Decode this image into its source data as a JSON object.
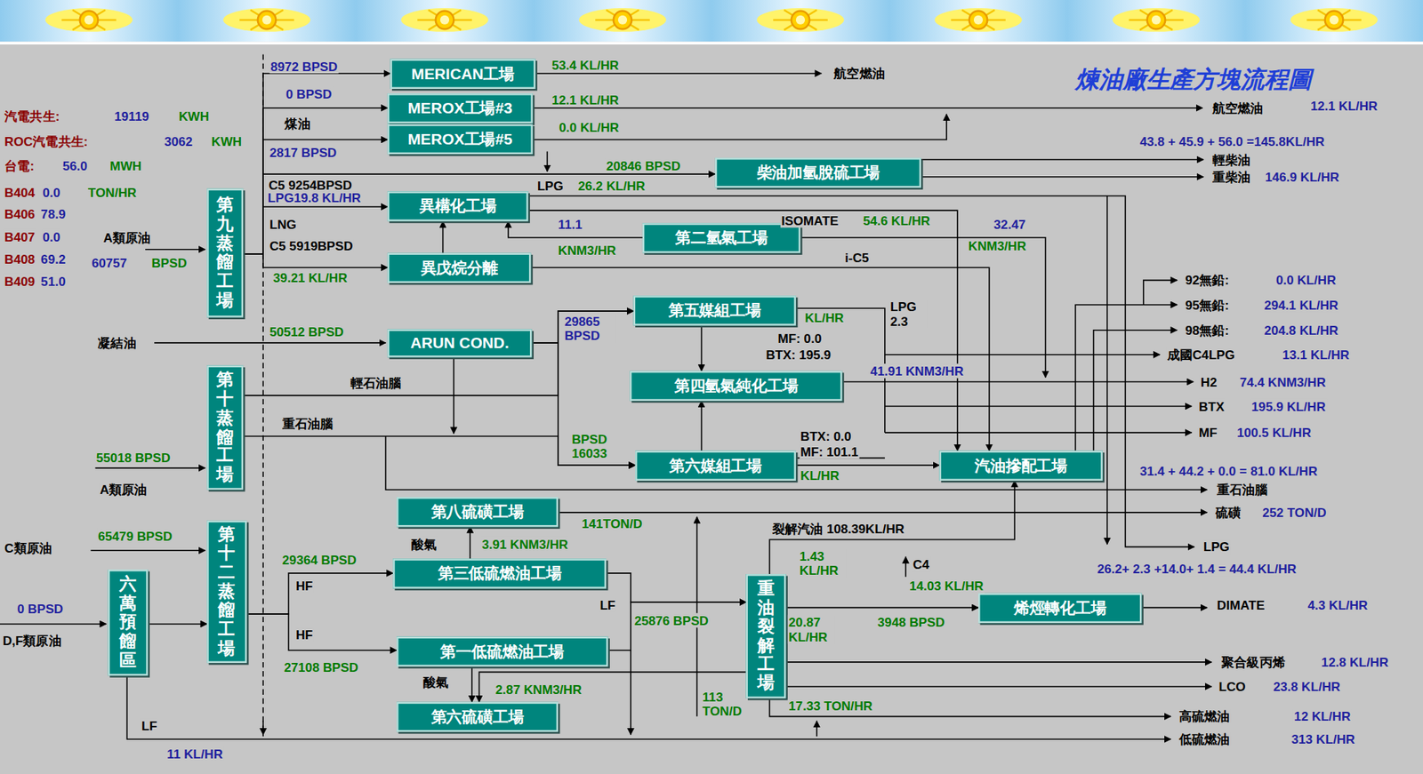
{
  "diagram": {
    "title": "煉油廠生產方塊流程圖",
    "nodes": [
      {
        "text": [
          "MERICAN工場"
        ]
      },
      {
        "text": [
          "MEROX工場#3"
        ]
      },
      {
        "text": [
          "MEROX工場#5"
        ]
      },
      {
        "text": [
          "柴油加氫脫硫工場"
        ]
      },
      {
        "text": [
          "第九蒸餾工場"
        ]
      },
      {
        "text": [
          "異構化工場"
        ]
      },
      {
        "text": [
          "第二氫氣工場"
        ]
      },
      {
        "text": [
          "異戊烷分離"
        ]
      },
      {
        "text": [
          "第五媒組工場"
        ]
      },
      {
        "text": [
          "ARUN COND."
        ]
      },
      {
        "text": [
          "第十蒸餾工場"
        ]
      },
      {
        "text": [
          "第四氫氣純化工場"
        ]
      },
      {
        "text": [
          "第六媒組工場"
        ]
      },
      {
        "text": [
          "汽油摻配工場"
        ]
      },
      {
        "text": [
          "第八硫磺工場"
        ]
      },
      {
        "text": [
          "第十二蒸餾工場"
        ]
      },
      {
        "text": [
          "六萬預餾區"
        ]
      },
      {
        "text": [
          "第三低硫燃油工場"
        ]
      },
      {
        "text": [
          "重油裂解工場"
        ]
      },
      {
        "text": [
          "烯烴轉化工場"
        ]
      },
      {
        "text": [
          "第一低硫燃油工場"
        ]
      },
      {
        "text": [
          "第六硫磺工場"
        ]
      }
    ],
    "edges": [
      {
        "from": 4,
        "to": 0,
        "arrow": "to"
      },
      {
        "from": 4,
        "to": 1,
        "arrow": "to"
      },
      {
        "from": 4,
        "to": 2,
        "arrow": "to"
      },
      {
        "from": 4,
        "to": 3,
        "arrow": "to"
      },
      {
        "from": 4,
        "to": 5,
        "arrow": "to"
      },
      {
        "from": 4,
        "to": 7,
        "arrow": "to"
      },
      {
        "from": 7,
        "to": 5,
        "arrow": "to"
      },
      {
        "from": 6,
        "to": 5,
        "arrow": "to"
      },
      {
        "from": 9,
        "to": 8,
        "arrow": "to"
      },
      {
        "from": 9,
        "to": 12,
        "arrow": "to"
      },
      {
        "from": 10,
        "to": 8,
        "arrow": "to"
      },
      {
        "from": 10,
        "to": 12,
        "arrow": "to"
      },
      {
        "from": 8,
        "to": 11,
        "arrow": "to"
      },
      {
        "from": 12,
        "to": 11,
        "arrow": "to"
      },
      {
        "from": 12,
        "to": 13,
        "arrow": "to"
      },
      {
        "from": 5,
        "to": 13,
        "arrow": "to"
      },
      {
        "from": 7,
        "to": 13,
        "arrow": "to"
      },
      {
        "from": 16,
        "to": 15,
        "arrow": "to"
      },
      {
        "from": 15,
        "to": 17,
        "arrow": "to"
      },
      {
        "from": 15,
        "to": 20,
        "arrow": "to"
      },
      {
        "from": 17,
        "to": 14,
        "arrow": "to"
      },
      {
        "from": 20,
        "to": 21,
        "arrow": "to"
      },
      {
        "from": 17,
        "to": 18,
        "arrow": "to"
      },
      {
        "from": 20,
        "to": 18,
        "arrow": "to"
      },
      {
        "from": 18,
        "to": 19,
        "arrow": "to"
      },
      {
        "from": 18,
        "to": 13,
        "arrow": "to"
      },
      {
        "from": 18,
        "to": 21,
        "arrow": "to"
      }
    ],
    "labels": [
      "汽電共生:",
      "19119",
      "KWH",
      "ROC汽電共生:",
      "3062",
      "KWH",
      "台電:",
      "56.0",
      "MWH",
      "B404",
      "0.0",
      "TON/HR",
      "B406",
      "78.9",
      "B407",
      "0.0",
      "B408",
      "69.2",
      "B409",
      "51.0",
      "A類原油",
      "60757",
      "BPSD",
      "凝結油",
      "55018 BPSD",
      "A類原油",
      "65479 BPSD",
      "C類原油",
      "0 BPSD",
      "D,F類原油",
      "LF",
      "11 KL/HR",
      "8972 BPSD",
      "0 BPSD",
      "煤油",
      "2817 BPSD",
      "C5 9254BPSD",
      "LPG19.8 KL/HR",
      "LNG",
      "C5 5919BPSD",
      "39.21 KL/HR",
      "50512 BPSD",
      "輕石油腦",
      "重石油腦",
      "29364 BPSD",
      "HF",
      "HF",
      "27108 BPSD",
      "53.4 KL/HR",
      "12.1 KL/HR",
      "0.0 KL/HR",
      "20846 BPSD",
      "LPG",
      "26.2 KL/HR",
      "11.1",
      "KNM3/HR",
      "ISOMATE",
      "54.6 KL/HR",
      "32.47",
      "KNM3/HR",
      "i-C5",
      "29865 BPSD",
      "LPG 2.3",
      "KL/HR",
      "MF: 0.0",
      "BTX: 195.9",
      "41.91 KNM3/HR",
      "BPSD 16033",
      "BTX: 0.0",
      "MF: 101.1",
      "KL/HR",
      "141TON/D",
      "酸氣",
      "3.91 KNM3/HR",
      "裂解汽油 108.39KL/HR",
      "1.43 KL/HR",
      "C4",
      "14.03 KL/HR",
      "LF",
      "25876 BPSD",
      "20.87 KL/HR",
      "3948 BPSD",
      "酸氣",
      "2.87 KNM3/HR",
      "113 TON/D",
      "17.33 TON/HR",
      "航空燃油",
      "航空燃油",
      "12.1 KL/HR",
      "43.8 + 45.9 + 56.0 =145.8KL/HR",
      "輕柴油",
      "重柴油",
      "146.9 KL/HR",
      "92無鉛:",
      "0.0 KL/HR",
      "95無鉛:",
      "294.1 KL/HR",
      "98無鉛:",
      "204.8 KL/HR",
      "成國C4LPG",
      "13.1 KL/HR",
      "H2",
      "74.4 KNM3/HR",
      "BTX",
      "195.9 KL/HR",
      "MF",
      "100.5 KL/HR",
      "31.4 + 44.2 + 0.0 = 81.0 KL/HR",
      "重石油腦",
      "硫磺",
      "252 TON/D",
      "LPG",
      "26.2+ 2.3 +14.0+ 1.4 = 44.4 KL/HR",
      "DIMATE",
      "4.3 KL/HR",
      "聚合級丙烯",
      "12.8 KL/HR",
      "LCO",
      "23.8 KL/HR",
      "高硫燃油",
      "12 KL/HR",
      "低硫燃油",
      "313 KL/HR"
    ]
  }
}
